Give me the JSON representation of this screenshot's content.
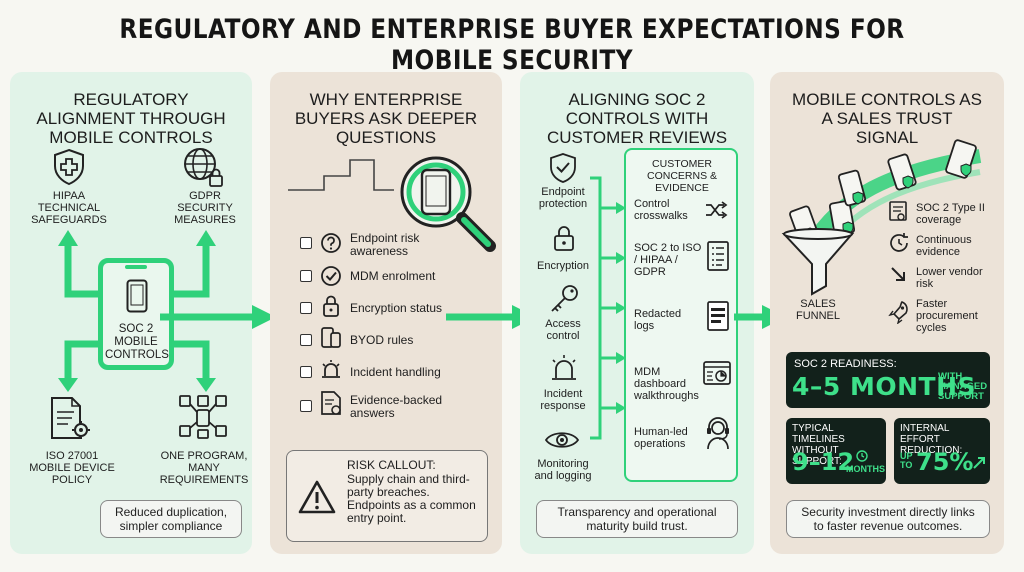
{
  "title": "REGULATORY AND ENTERPRISE BUYER EXPECTATIONS FOR MOBILE SECURITY",
  "panel1": {
    "heading": "REGULATORY ALIGNMENT THROUGH MOBILE CONTROLS",
    "hipaa": "HIPAA TECHNICAL SAFEGUARDS",
    "gdpr": "GDPR SECURITY MEASURES",
    "center": "SOC 2 MOBILE CONTROLS",
    "iso": "ISO 27001 MOBILE DEVICE POLICY",
    "one": "ONE PROGRAM, MANY REQUIREMENTS",
    "footer": "Reduced duplication, simpler compliance"
  },
  "panel2": {
    "heading": "WHY ENTERPRISE BUYERS ASK DEEPER QUESTIONS",
    "items": [
      "Endpoint risk awareness",
      "MDM enrolment",
      "Encryption status",
      "BYOD rules",
      "Incident handling",
      "Evidence-backed answers"
    ],
    "callout_title": "RISK CALLOUT:",
    "callout_text": "Supply chain and third-party breaches. Endpoints as a common entry point."
  },
  "panel3": {
    "heading": "ALIGNING SOC 2 CONTROLS WITH CUSTOMER REVIEWS",
    "controls": [
      "Endpoint protection",
      "Encryption",
      "Access control",
      "Incident response",
      "Monitoring and logging"
    ],
    "box_title": "CUSTOMER CONCERNS & EVIDENCE",
    "evidence": [
      "Control crosswalks",
      "SOC 2 to ISO / HIPAA / GDPR",
      "Redacted logs",
      "MDM dashboard walkthroughs",
      "Human-led operations"
    ],
    "footer": "Transparency and operational maturity build trust."
  },
  "panel4": {
    "heading": "MOBILE CONTROLS AS A SALES TRUST SIGNAL",
    "funnel": "SALES FUNNEL",
    "benefits": [
      "SOC 2 Type II coverage",
      "Continuous evidence",
      "Lower vendor risk",
      "Faster procurement cycles"
    ],
    "readiness_label": "SOC 2 READINESS:",
    "readiness_value": "4–5 MONTHS",
    "readiness_note": "WITH MANAGED SUPPORT",
    "typical_label": "TYPICAL TIMELINES WITHOUT SUPPORT:",
    "typical_value": "9–12",
    "typical_unit": "MONTHS",
    "effort_label": "INTERNAL EFFORT REDUCTION:",
    "effort_prefix": "UP TO",
    "effort_value": "75%",
    "footer": "Security investment directly links to faster revenue outcomes."
  },
  "colors": {
    "accent": "#2fd17a",
    "mint": "#e1f3e8",
    "tan": "#ece3d8",
    "dark": "#12211b"
  }
}
